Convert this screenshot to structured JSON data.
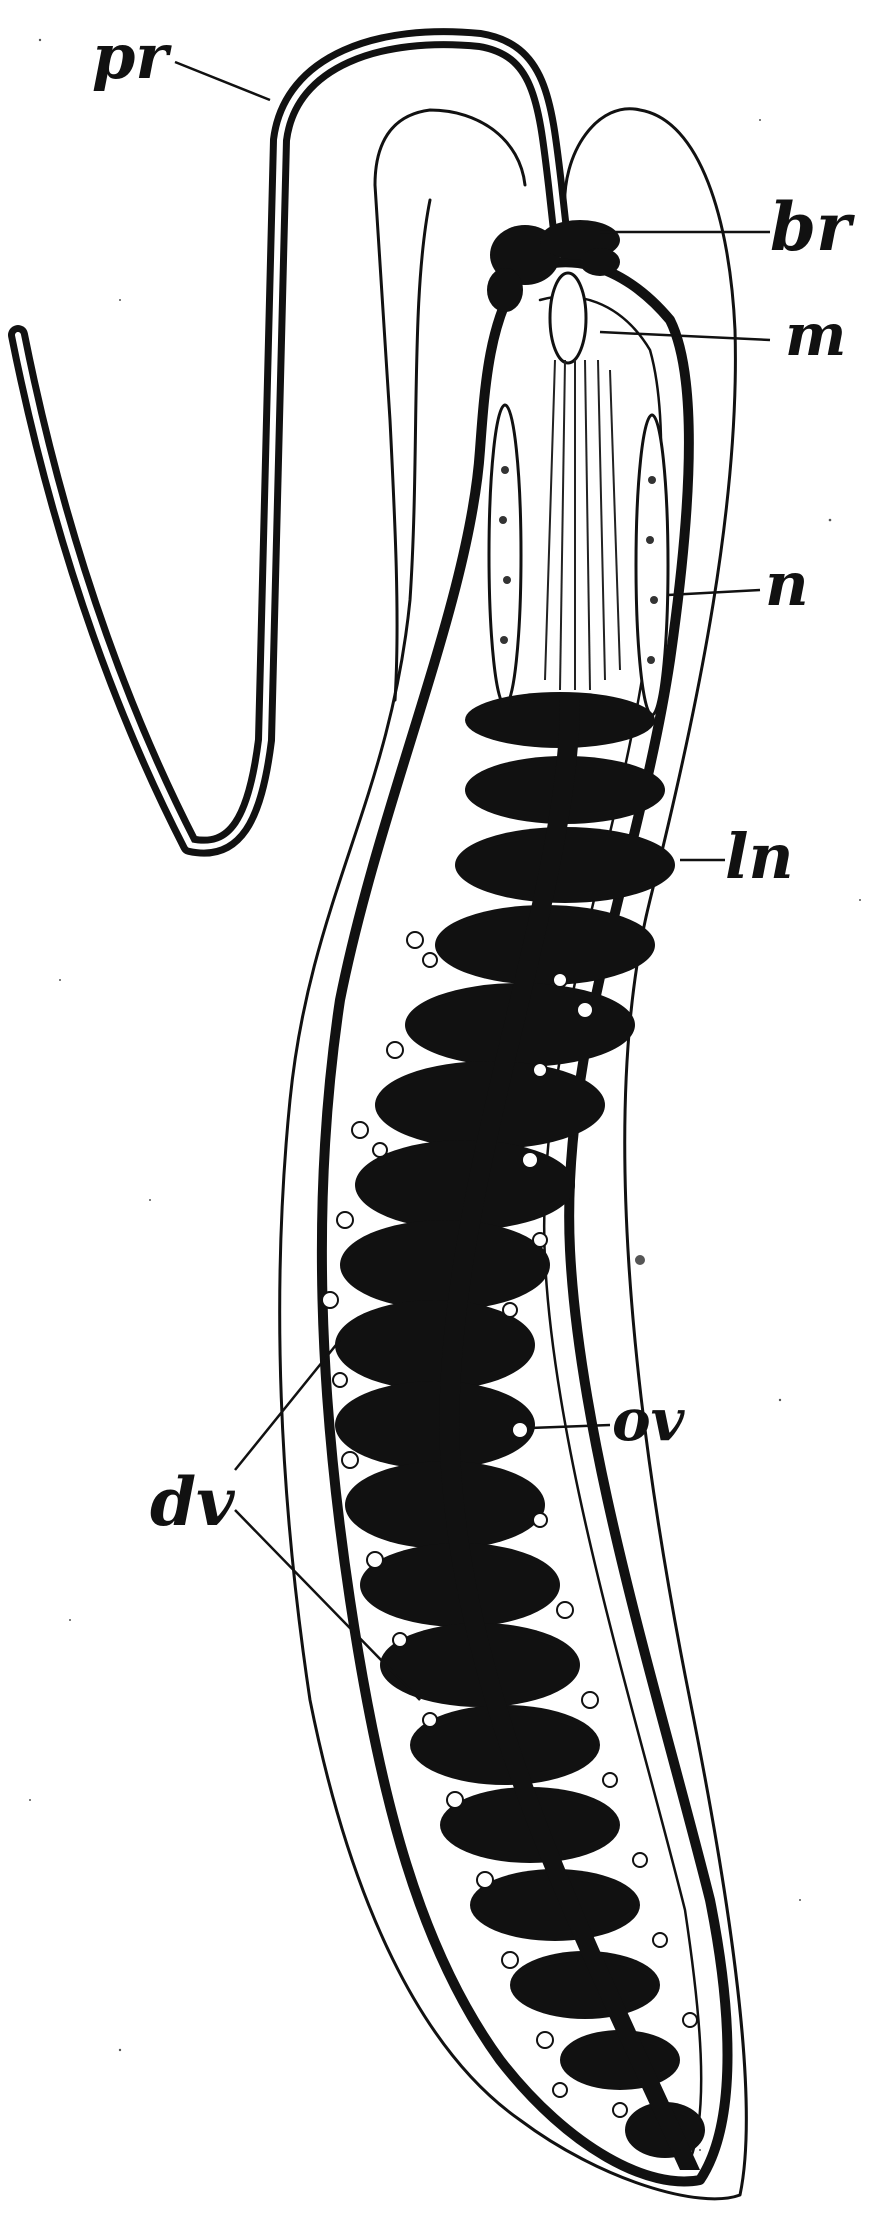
{
  "figure": {
    "labels": {
      "pr": "pr",
      "br": "br",
      "m": "m",
      "n": "n",
      "ln": "ln",
      "ov": "ov",
      "dv": "dv"
    },
    "colors": {
      "ink": "#111111",
      "paper": "#ffffff"
    }
  }
}
